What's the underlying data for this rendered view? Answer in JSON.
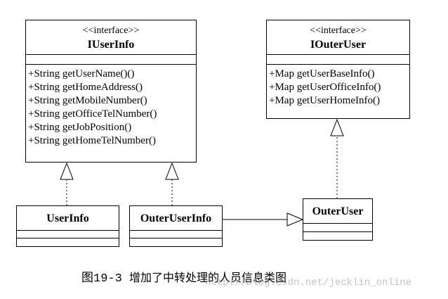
{
  "diagram": {
    "classes": {
      "iuserinfo": {
        "stereotype": "<<interface>>",
        "name": "IUserInfo",
        "methods": [
          "+String getUserName()()",
          "+String getHomeAddress()",
          "+String getMobileNumber()",
          "+String getOfficeTelNumber()",
          "+String getJobPosition()",
          "+String getHomeTelNumber()"
        ]
      },
      "iouteruser": {
        "stereotype": "<<interface>>",
        "name": "IOuterUser",
        "methods": [
          "+Map getUserBaseInfo()",
          "+Map getUserOfficeInfo()",
          "+Map getUserHomeInfo()"
        ]
      },
      "userinfo": {
        "name": "UserInfo"
      },
      "outeruserinfo": {
        "name": "OuterUserInfo"
      },
      "outeruser": {
        "name": "OuterUser"
      }
    },
    "relationships": [
      {
        "from": "UserInfo",
        "to": "IUserInfo",
        "type": "realization"
      },
      {
        "from": "OuterUserInfo",
        "to": "IUserInfo",
        "type": "realization"
      },
      {
        "from": "OuterUser",
        "to": "IOuterUser",
        "type": "realization"
      },
      {
        "from": "OuterUserInfo",
        "to": "OuterUser",
        "type": "generalization"
      }
    ]
  },
  "caption": {
    "number": "图19-3",
    "text": "增加了中转处理的人员信息类图"
  },
  "watermark": "http://blog.csdn.net/jecklin_online"
}
